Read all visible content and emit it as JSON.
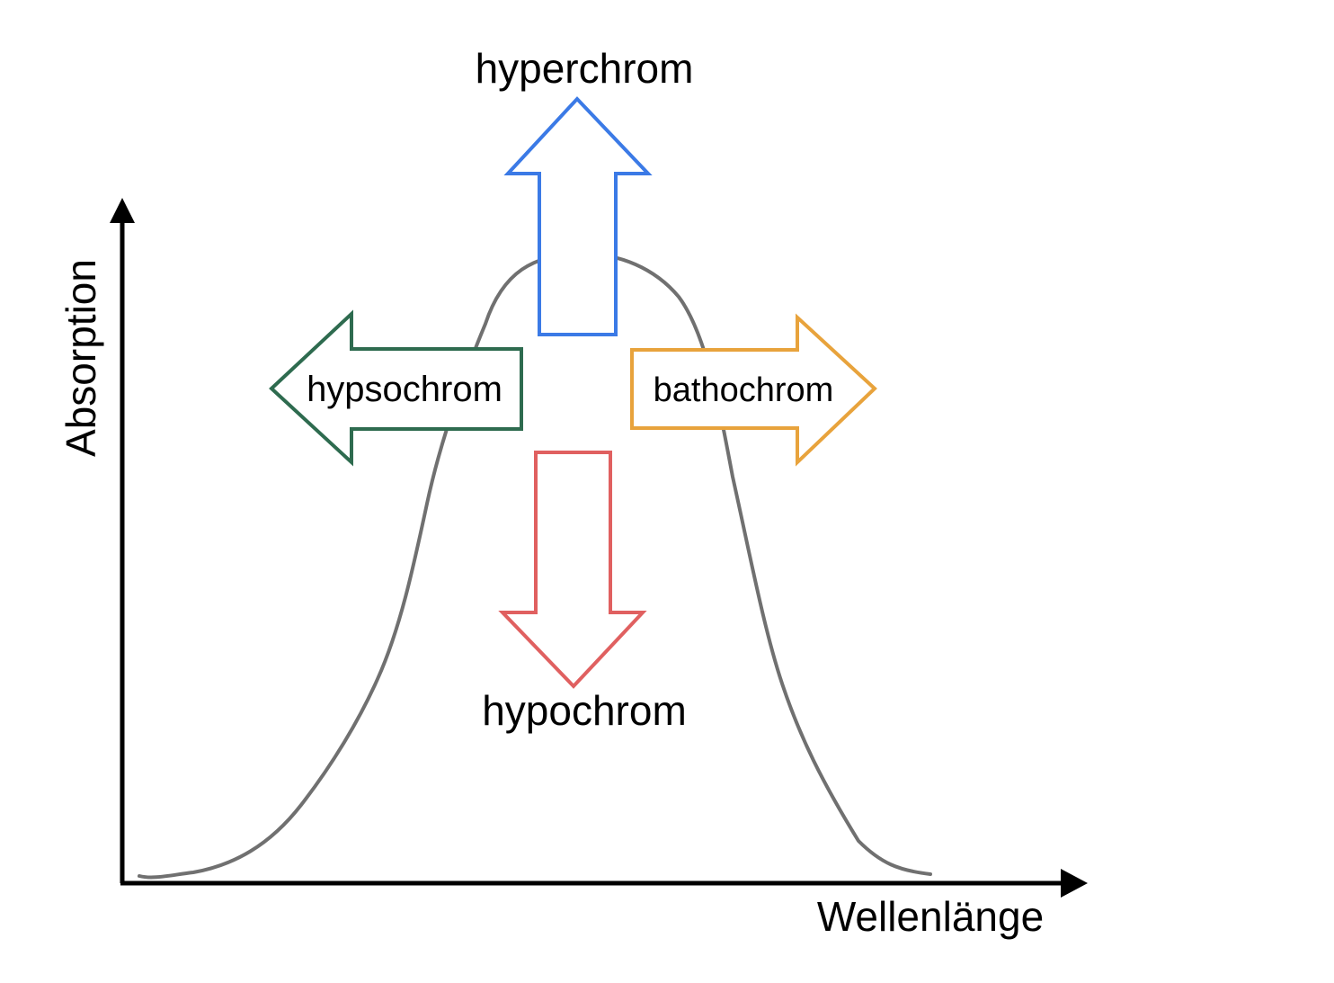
{
  "diagram": {
    "axes": {
      "x_label": "Wellenlänge",
      "y_label": "Absorption",
      "color": "#000000"
    },
    "curve": {
      "color": "#707070"
    },
    "arrows": {
      "hyperchrom": {
        "label": "hyperchrom",
        "direction": "up",
        "color": "#3b7ae6"
      },
      "hypochrom": {
        "label": "hypochrom",
        "direction": "down",
        "color": "#e06060"
      },
      "hypsochrom": {
        "label": "hypsochrom",
        "direction": "left",
        "color": "#2e6b4f"
      },
      "bathochrom": {
        "label": "bathochrom",
        "direction": "right",
        "color": "#e8a33c"
      }
    }
  }
}
